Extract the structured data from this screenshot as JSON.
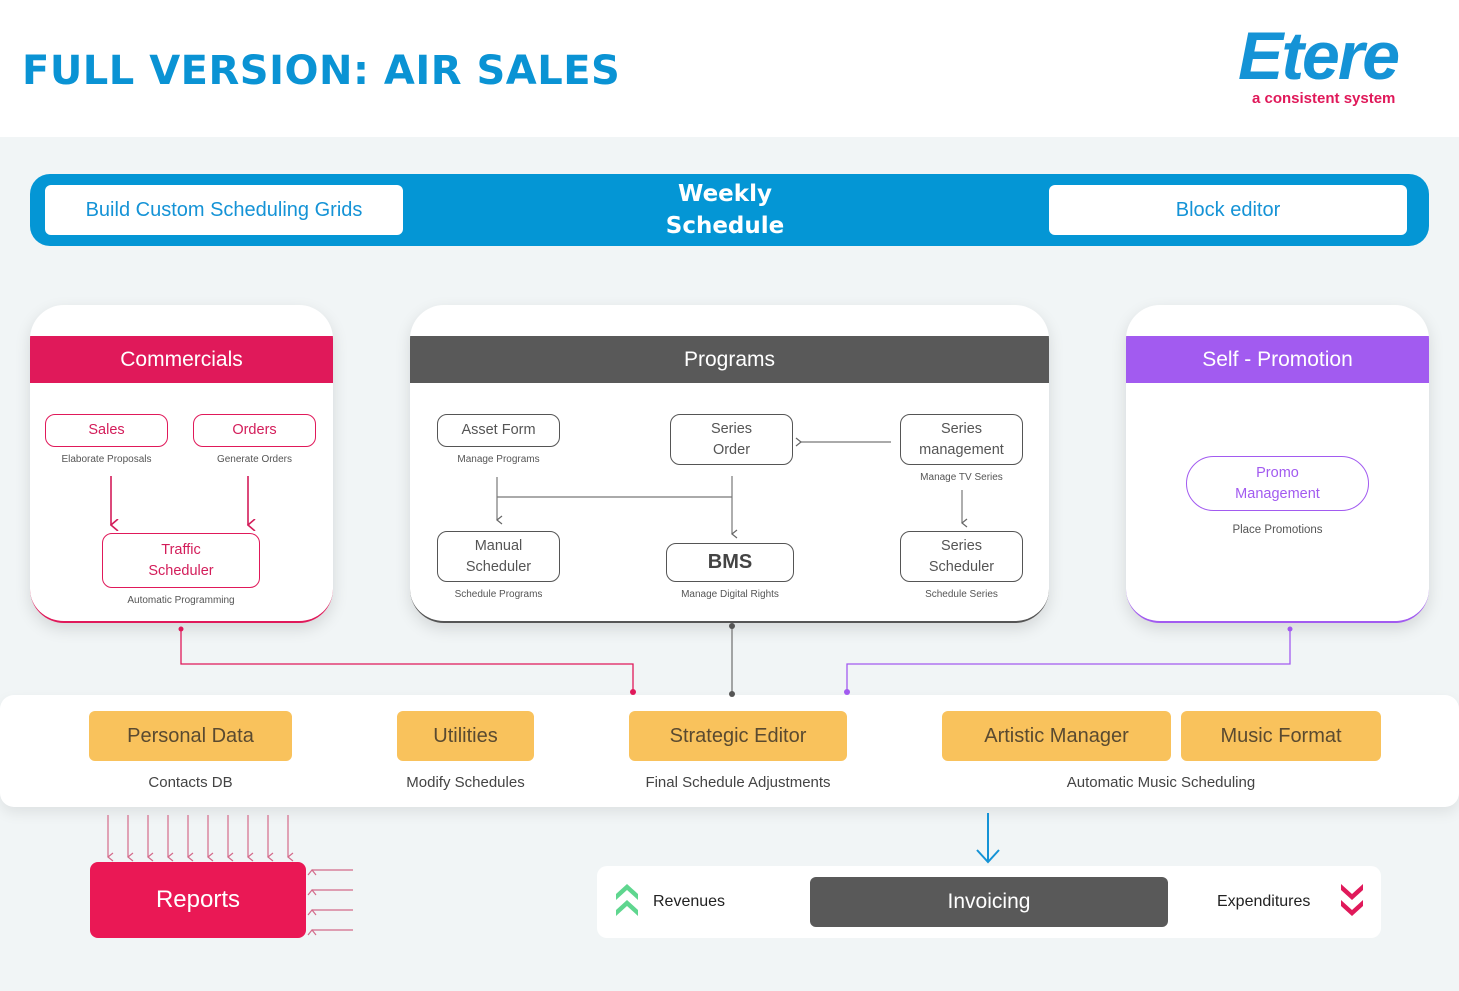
{
  "header": {
    "title": "FULL VERSION: AIR SALES",
    "logo": {
      "word": "Etere",
      "tagline": "a consistent system"
    }
  },
  "weekly_bar": {
    "left_button": "Build Custom Scheduling Grids",
    "center_label_line1": "Weekly",
    "center_label_line2": "Schedule",
    "right_button": "Block editor"
  },
  "commercials": {
    "title": "Commercials",
    "color": "#e0195a",
    "nodes": [
      {
        "label": "Sales",
        "caption": "Elaborate Proposals"
      },
      {
        "label": "Orders",
        "caption": "Generate Orders"
      },
      {
        "label_line1": "Traffic",
        "label_line2": "Scheduler",
        "caption": "Automatic Programming"
      }
    ]
  },
  "programs": {
    "title": "Programs",
    "color": "#555555",
    "nodes": [
      {
        "label": "Asset Form",
        "caption": "Manage Programs"
      },
      {
        "label_line1": "Series",
        "label_line2": "Order"
      },
      {
        "label_line1": "Series",
        "label_line2": "management",
        "caption": "Manage TV Series"
      },
      {
        "label_line1": "Manual",
        "label_line2": "Scheduler",
        "caption": "Schedule Programs"
      },
      {
        "label": "BMS",
        "caption": "Manage Digital Rights"
      },
      {
        "label_line1": "Series",
        "label_line2": "Scheduler",
        "caption": "Schedule Series"
      }
    ]
  },
  "self_promotion": {
    "title": "Self - Promotion",
    "color": "#a25bf0",
    "nodes": [
      {
        "label_line1": "Promo",
        "label_line2": "Management",
        "caption": "Place Promotions"
      }
    ]
  },
  "tools": [
    {
      "label": "Personal Data",
      "caption": "Contacts DB"
    },
    {
      "label": "Utilities",
      "caption": "Modify Schedules"
    },
    {
      "label": "Strategic Editor",
      "caption": "Final Schedule Adjustments"
    },
    {
      "label": "Artistic Manager"
    },
    {
      "label": "Music Format"
    }
  ],
  "tools_shared_caption": "Automatic Music Scheduling",
  "reports": {
    "label": "Reports",
    "color": "#ea1855"
  },
  "invoicing": {
    "label": "Invoicing",
    "revenues": "Revenues",
    "expenditures": "Expenditures",
    "revenues_icon": "double-chevron-up-icon",
    "expenditures_icon": "double-chevron-down-icon",
    "revenues_color": "#5fd68f",
    "expenditures_color": "#e0195a"
  },
  "colors": {
    "brand_blue": "#0496d5",
    "tool_yellow": "#f9c25c",
    "background": "#f1f5f6"
  }
}
